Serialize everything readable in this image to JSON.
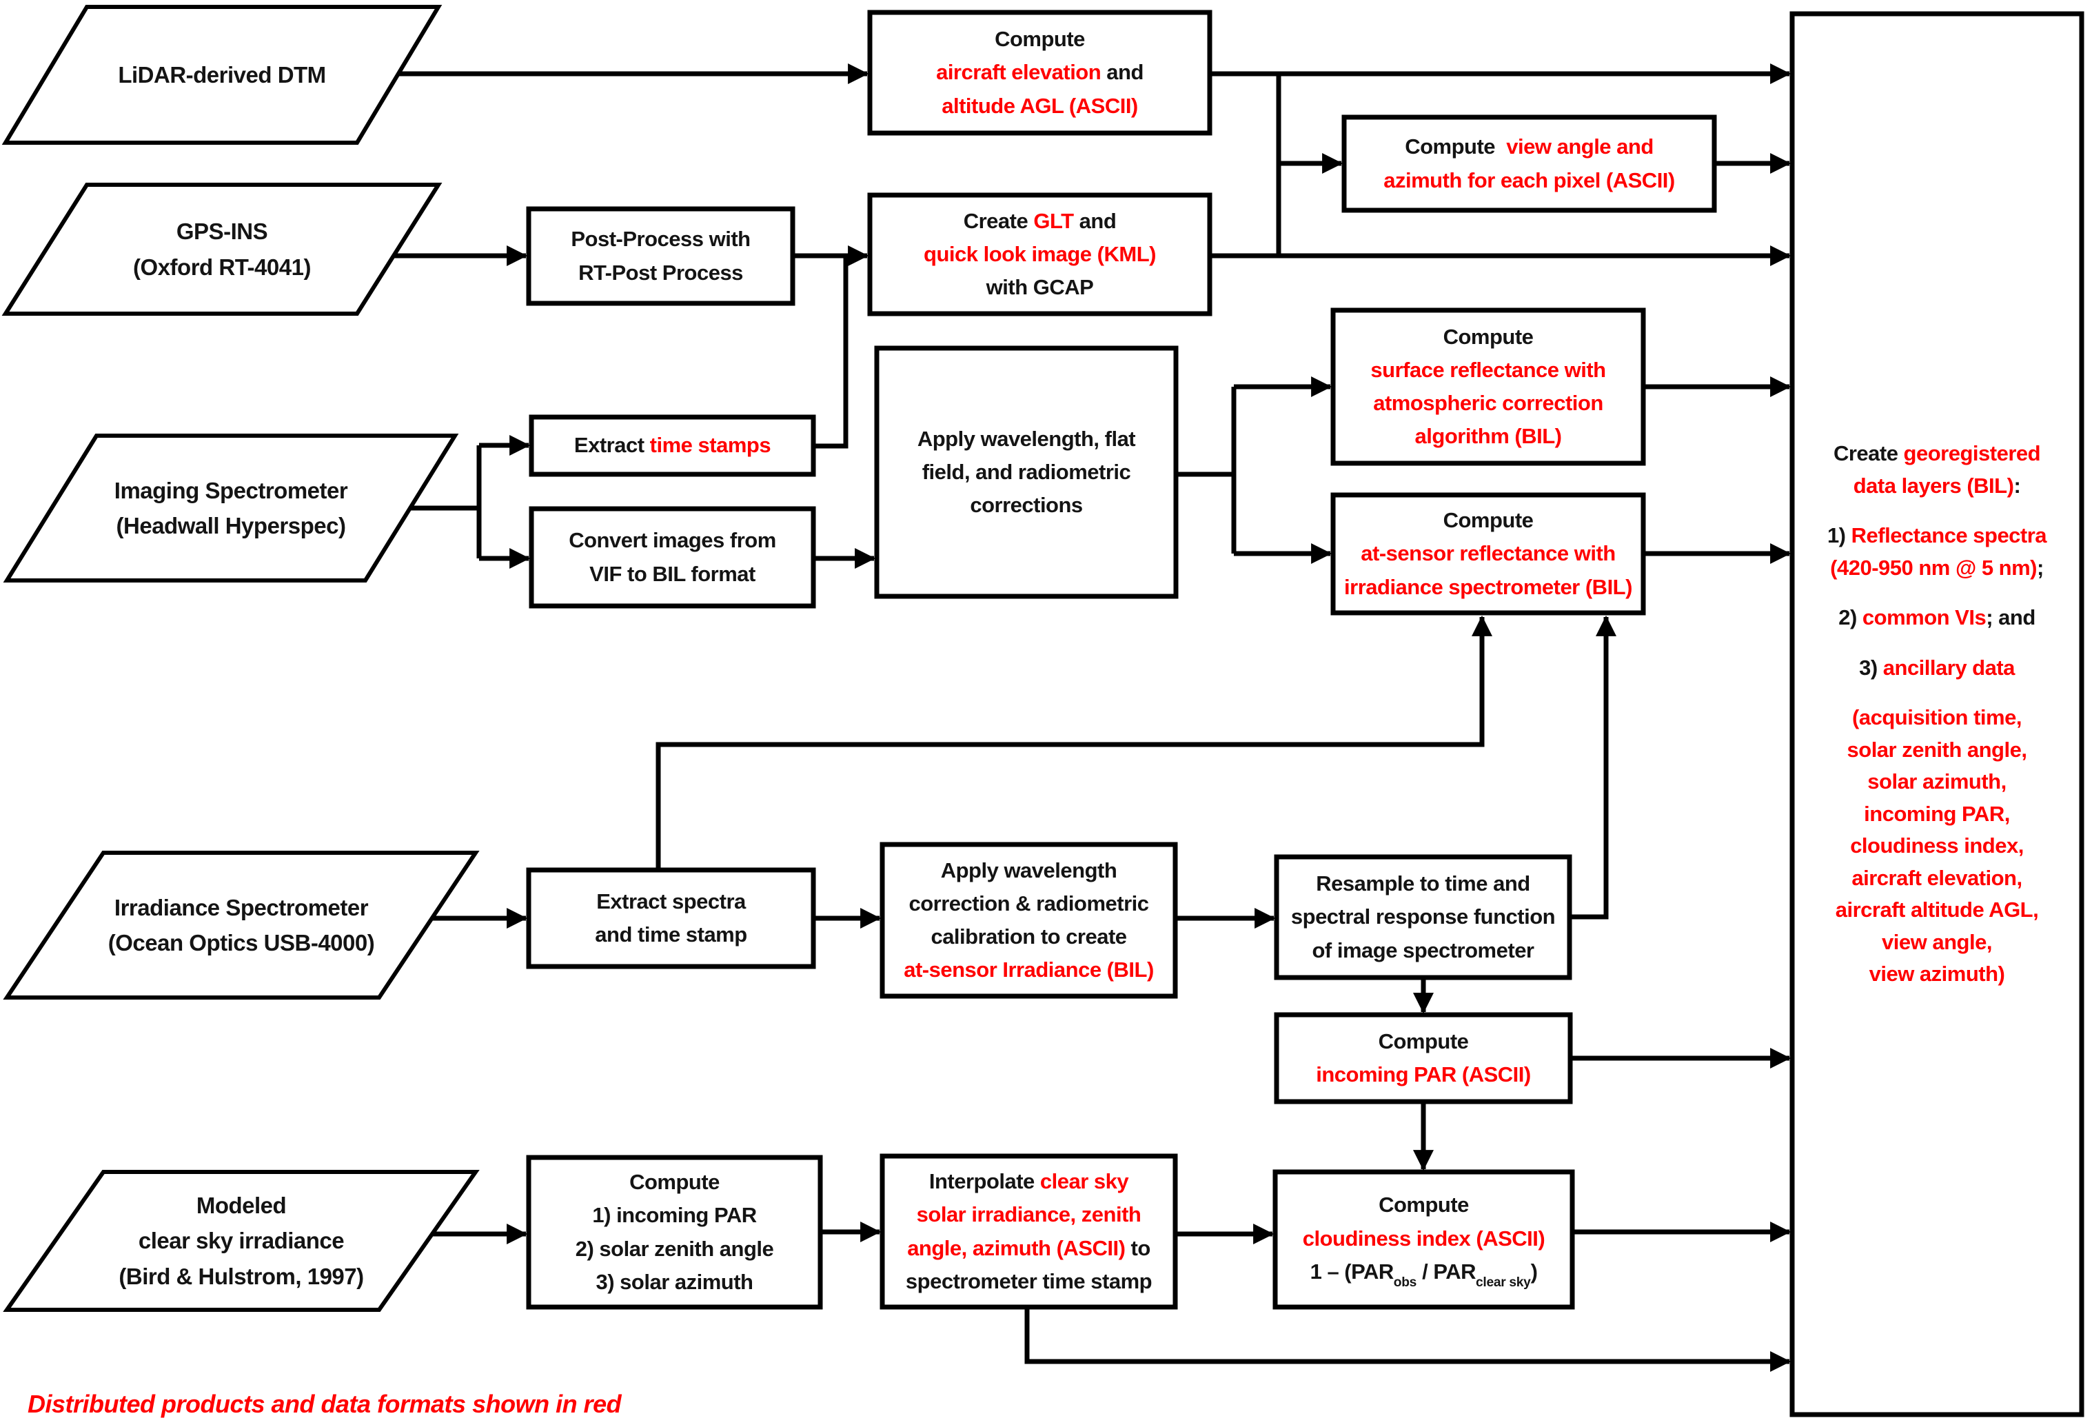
{
  "palette": {
    "red": "#FF0000",
    "black": "#141414",
    "line": "#000000",
    "background": "#FFFFFF"
  },
  "footnote": {
    "text": "Distributed products and data formats shown in red"
  },
  "nodes": {
    "lidar": {
      "lines": [
        [
          {
            "t": "LiDAR-derived DTM"
          }
        ]
      ]
    },
    "gps": {
      "lines": [
        [
          {
            "t": "GPS-INS"
          }
        ],
        [
          {
            "t": "(Oxford RT-4041)"
          }
        ]
      ]
    },
    "imgspec": {
      "lines": [
        [
          {
            "t": "Imaging Spectrometer"
          }
        ],
        [
          {
            "t": "(Headwall Hyperspec)"
          }
        ]
      ]
    },
    "irrspec": {
      "lines": [
        [
          {
            "t": "Irradiance Spectrometer"
          }
        ],
        [
          {
            "t": "(Ocean Optics USB-4000)"
          }
        ]
      ]
    },
    "modeled": {
      "lines": [
        [
          {
            "t": "Modeled"
          }
        ],
        [
          {
            "t": "clear sky irradiance"
          }
        ],
        [
          {
            "t": "(Bird & Hulstrom, 1997)"
          }
        ]
      ]
    },
    "aircraft_elev": {
      "lines": [
        [
          {
            "t": "Compute"
          }
        ],
        [
          {
            "t": "aircraft elevation",
            "c": "r"
          },
          {
            "t": " and"
          }
        ],
        [
          {
            "t": "altitude AGL (ASCII)",
            "c": "r"
          }
        ]
      ]
    },
    "view_angle": {
      "lines": [
        [
          {
            "t": "Compute  "
          },
          {
            "t": "view angle and",
            "c": "r"
          }
        ],
        [
          {
            "t": "azimuth for each pixel (ASCII)",
            "c": "r"
          }
        ]
      ]
    },
    "post_process": {
      "lines": [
        [
          {
            "t": "Post-Process with"
          }
        ],
        [
          {
            "t": "RT-Post Process"
          }
        ]
      ]
    },
    "create_glt": {
      "lines": [
        [
          {
            "t": "Create "
          },
          {
            "t": "GLT",
            "c": "r"
          },
          {
            "t": " and"
          }
        ],
        [
          {
            "t": "quick look image (KML)",
            "c": "r"
          }
        ],
        [
          {
            "t": "with GCAP"
          }
        ]
      ]
    },
    "extract_ts": {
      "lines": [
        [
          {
            "t": "Extract "
          },
          {
            "t": "time stamps",
            "c": "r"
          }
        ]
      ]
    },
    "convert_img": {
      "lines": [
        [
          {
            "t": "Convert images from"
          }
        ],
        [
          {
            "t": "VIF to BIL format"
          }
        ]
      ]
    },
    "apply_wff": {
      "lines": [
        [
          {
            "t": "Apply wavelength, flat"
          }
        ],
        [
          {
            "t": "field, and radiometric"
          }
        ],
        [
          {
            "t": "corrections"
          }
        ]
      ]
    },
    "surf_refl": {
      "lines": [
        [
          {
            "t": "Compute"
          }
        ],
        [
          {
            "t": "surface reflectance with",
            "c": "r"
          }
        ],
        [
          {
            "t": "atmospheric correction",
            "c": "r"
          }
        ],
        [
          {
            "t": "algorithm (BIL)",
            "c": "r"
          }
        ]
      ]
    },
    "atsensor_refl": {
      "lines": [
        [
          {
            "t": "Compute"
          }
        ],
        [
          {
            "t": "at-sensor reflectance with",
            "c": "r"
          }
        ],
        [
          {
            "t": "irradiance spectrometer (BIL)",
            "c": "r"
          }
        ]
      ]
    },
    "extract_spectra": {
      "lines": [
        [
          {
            "t": "Extract spectra"
          }
        ],
        [
          {
            "t": "and time stamp"
          }
        ]
      ]
    },
    "apply_wcal": {
      "lines": [
        [
          {
            "t": "Apply wavelength"
          }
        ],
        [
          {
            "t": "correction & radiometric"
          }
        ],
        [
          {
            "t": "calibration to create"
          }
        ],
        [
          {
            "t": "at-sensor Irradiance (BIL)",
            "c": "r"
          }
        ]
      ]
    },
    "resample": {
      "lines": [
        [
          {
            "t": "Resample to time and"
          }
        ],
        [
          {
            "t": "spectral response function"
          }
        ],
        [
          {
            "t": "of image spectrometer"
          }
        ]
      ]
    },
    "incoming_par": {
      "lines": [
        [
          {
            "t": "Compute"
          }
        ],
        [
          {
            "t": "incoming PAR (ASCII)",
            "c": "r"
          }
        ]
      ]
    },
    "compute3": {
      "lines": [
        [
          {
            "t": "Compute"
          }
        ],
        [
          {
            "t": "1) incoming PAR"
          }
        ],
        [
          {
            "t": "2) solar zenith angle"
          }
        ],
        [
          {
            "t": "3) solar azimuth"
          }
        ]
      ]
    },
    "interpolate": {
      "lines": [
        [
          {
            "t": "Interpolate "
          },
          {
            "t": "clear sky",
            "c": "r"
          }
        ],
        [
          {
            "t": "solar irradiance, zenith",
            "c": "r"
          }
        ],
        [
          {
            "t": "angle, azimuth (ASCII)",
            "c": "r"
          },
          {
            "t": " to"
          }
        ],
        [
          {
            "t": "spectrometer time stamp"
          }
        ]
      ]
    },
    "cloudiness": {
      "lines": [
        [
          {
            "t": "Compute"
          }
        ],
        [
          {
            "t": "cloudiness index (ASCII)",
            "c": "r"
          }
        ],
        [
          {
            "t": "1 – (PAR"
          },
          {
            "t": "obs",
            "sub": true
          },
          {
            "t": " / PAR"
          },
          {
            "t": "clear sky",
            "sub": true
          },
          {
            "t": ")"
          }
        ]
      ]
    },
    "big_box": {
      "lines": [
        [
          {
            "t": "Create "
          },
          {
            "t": "georegistered",
            "c": "r"
          }
        ],
        [
          {
            "t": "data layers (BIL)",
            "c": "r"
          },
          {
            "t": ":"
          }
        ],
        [],
        [
          {
            "t": "1) "
          },
          {
            "t": "Reflectance spectra",
            "c": "r"
          }
        ],
        [
          {
            "t": "(420-950 nm @ 5 nm)",
            "c": "r"
          },
          {
            "t": ";"
          }
        ],
        [],
        [
          {
            "t": "2) "
          },
          {
            "t": "common VIs",
            "c": "r"
          },
          {
            "t": "; and"
          }
        ],
        [],
        [
          {
            "t": "3) "
          },
          {
            "t": "ancillary data",
            "c": "r"
          }
        ],
        [],
        [
          {
            "t": "(acquisition time,",
            "c": "r"
          }
        ],
        [
          {
            "t": "solar zenith angle,",
            "c": "r"
          }
        ],
        [
          {
            "t": "solar azimuth,",
            "c": "r"
          }
        ],
        [
          {
            "t": "incoming PAR,",
            "c": "r"
          }
        ],
        [
          {
            "t": "cloudiness index,",
            "c": "r"
          }
        ],
        [
          {
            "t": "aircraft elevation,",
            "c": "r"
          }
        ],
        [
          {
            "t": "aircraft altitude AGL,",
            "c": "r"
          }
        ],
        [
          {
            "t": "view angle,",
            "c": "r"
          }
        ],
        [
          {
            "t": "view azimuth)",
            "c": "r"
          }
        ]
      ]
    }
  }
}
